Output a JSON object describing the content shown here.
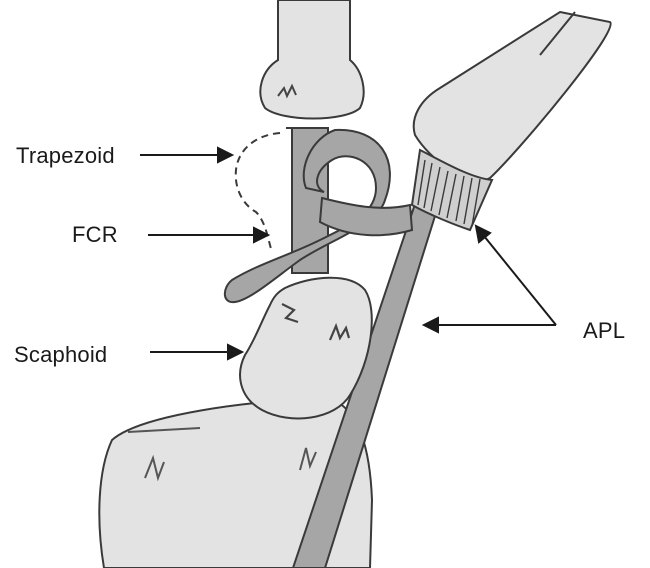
{
  "labels": {
    "trapezoid": "Trapezoid",
    "fcr": "FCR",
    "scaphoid": "Scaphoid",
    "apl": "APL"
  },
  "colors": {
    "bone_fill": "#e3e3e3",
    "tendon_fill": "#a6a6a6",
    "outline": "#3a3a3a"
  }
}
